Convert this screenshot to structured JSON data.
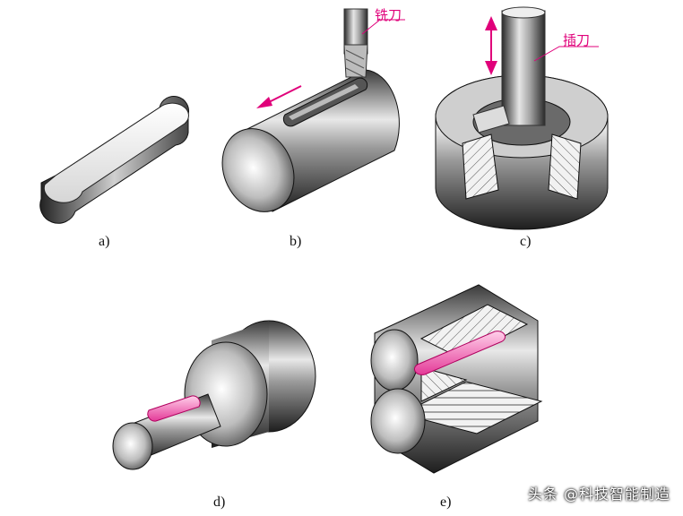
{
  "captions": {
    "a": "a)",
    "b": "b)",
    "c": "c)",
    "d": "d)",
    "e": "e)"
  },
  "labels": {
    "milling_cutter": "铣刀",
    "slotting_tool": "插刀"
  },
  "watermark": "头条 @科技智能制造",
  "colors": {
    "accent": "#e0007a",
    "key_pink": "#f25fb0",
    "steel_dark": "#2a2a2a",
    "steel_light": "#f4f4f4"
  }
}
